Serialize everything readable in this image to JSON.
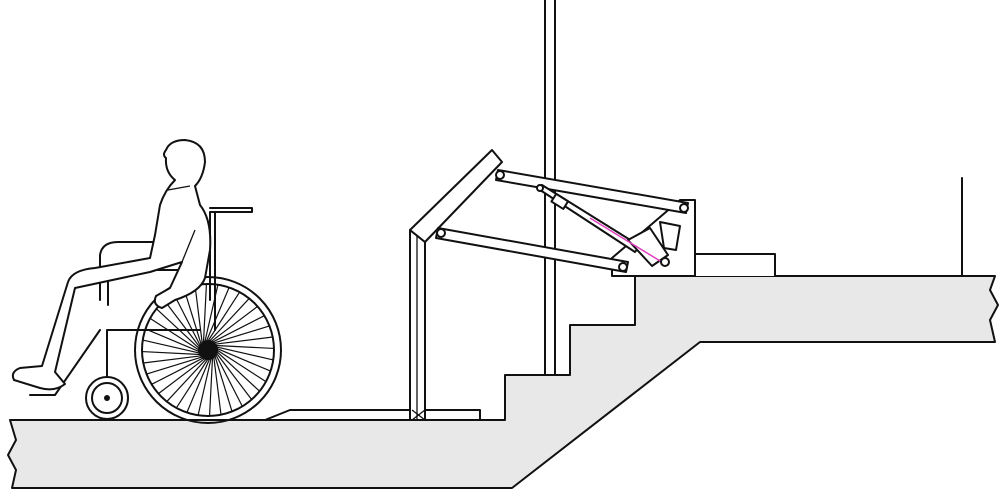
{
  "colors": {
    "concrete": "#e8e8e8",
    "outline": "#111111",
    "actuator_line": "#e040c0"
  },
  "icons": [
    "wheelchair-user",
    "wheelchair-lift",
    "stairs"
  ]
}
